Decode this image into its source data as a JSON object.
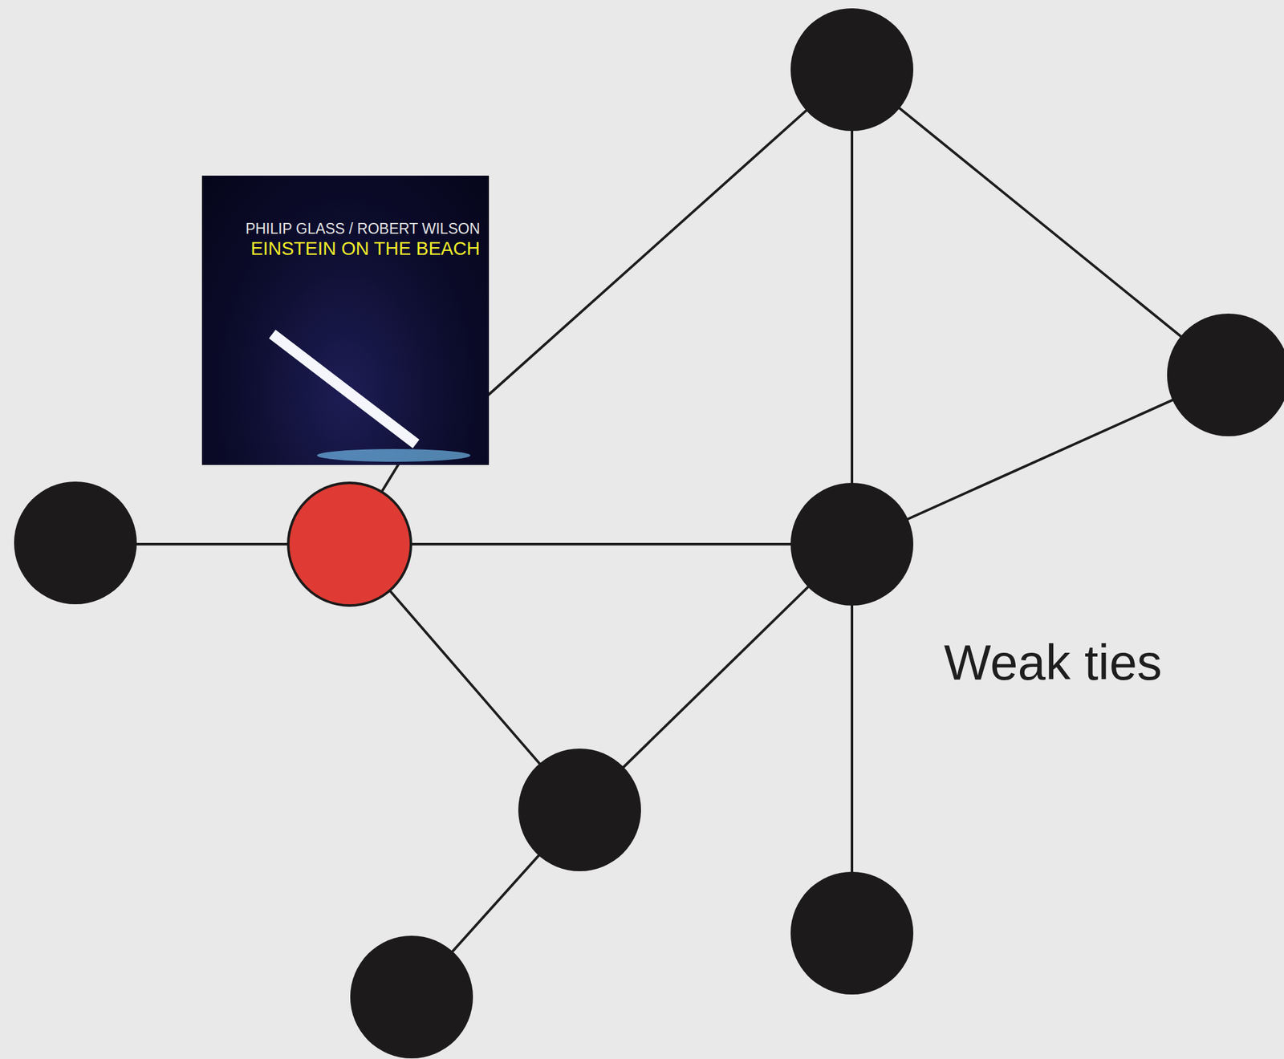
{
  "diagram": {
    "nodes": [
      {
        "text": [
          "PHILIP GLASS / ROBERT WILSON",
          "EINSTEIN ON THE BEACH"
        ]
      }
    ],
    "labels": [
      "Weak ties"
    ]
  }
}
